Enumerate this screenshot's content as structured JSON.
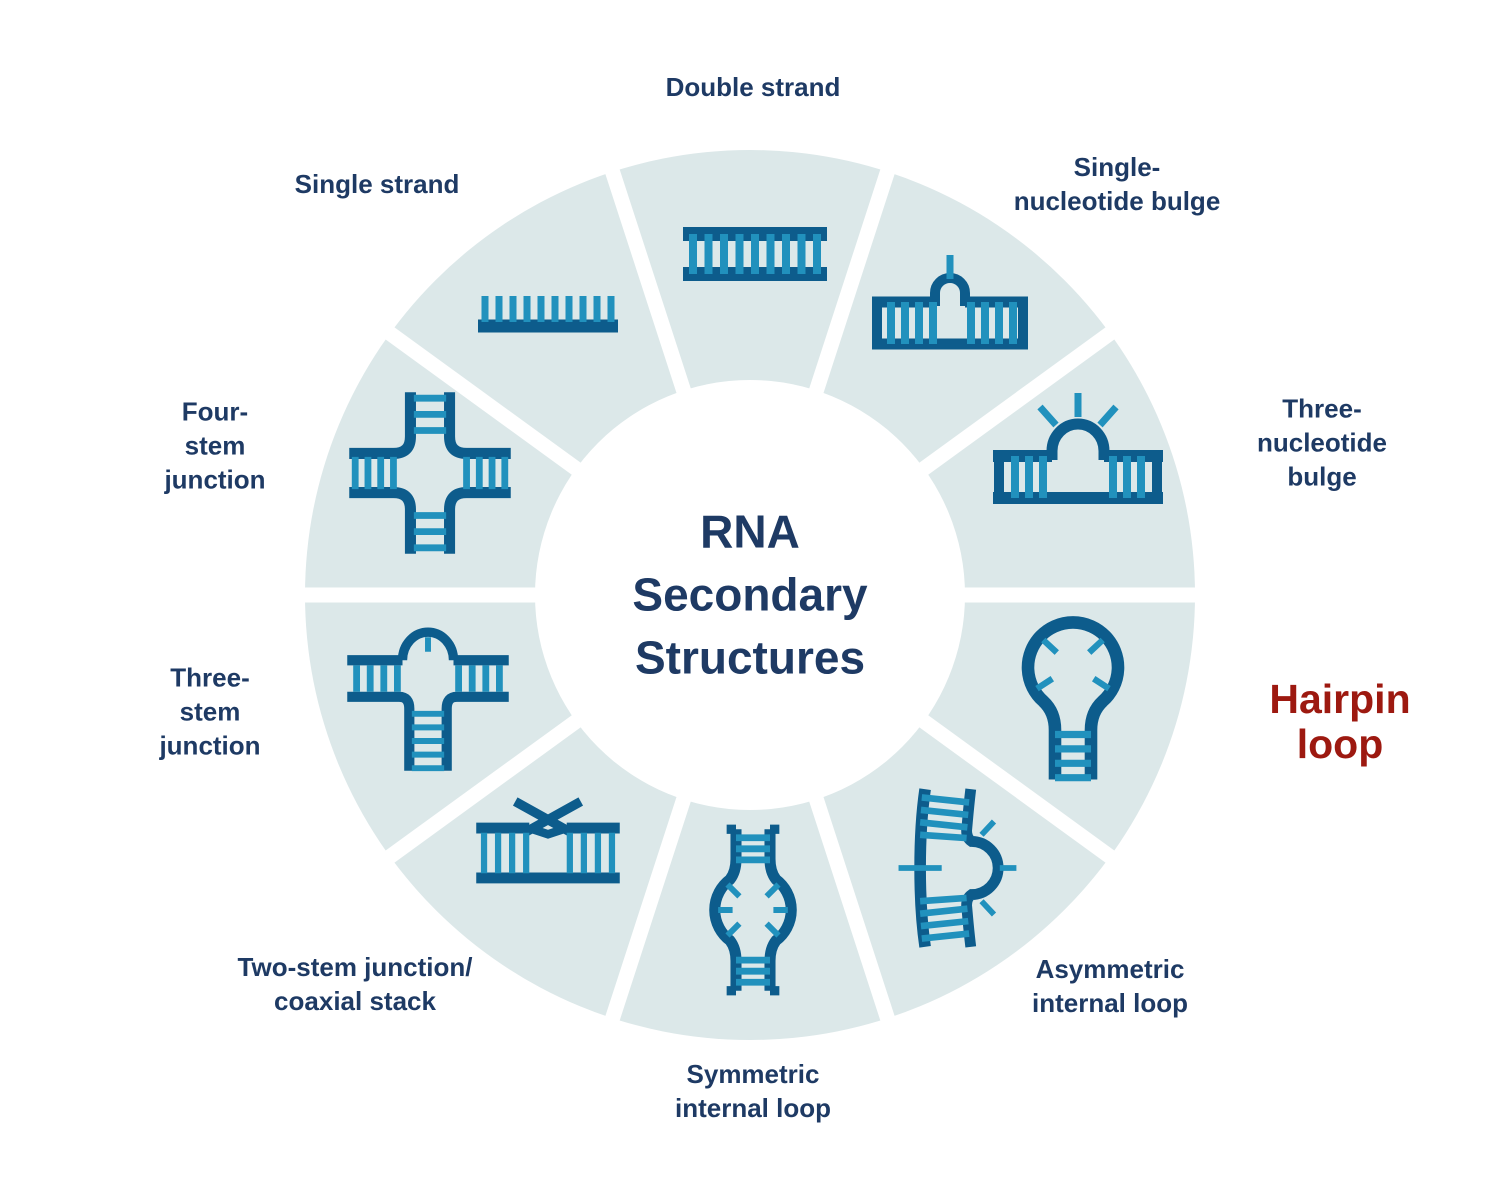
{
  "diagram": {
    "title": "RNA\nSecondary\nStructures",
    "colors": {
      "ring": "#dce8e9",
      "stem_dark": "#0d5c8c",
      "stem_light": "#2191bd",
      "label": "#1e3a64",
      "highlight": "#9d1910",
      "background": "#ffffff"
    },
    "segments": [
      {
        "id": "double-strand",
        "label": "Double strand",
        "highlighted": false
      },
      {
        "id": "single-nucleotide-bulge",
        "label": "Single-\nnucleotide bulge",
        "highlighted": false
      },
      {
        "id": "three-nucleotide-bulge",
        "label": "Three-\nnucleotide bulge",
        "highlighted": false
      },
      {
        "id": "hairpin-loop",
        "label": "Hairpin loop",
        "highlighted": true
      },
      {
        "id": "asymmetric-internal-loop",
        "label": "Asymmetric\ninternal loop",
        "highlighted": false
      },
      {
        "id": "symmetric-internal-loop",
        "label": "Symmetric\ninternal loop",
        "highlighted": false
      },
      {
        "id": "two-stem-junction",
        "label": "Two-stem junction/\ncoaxial stack",
        "highlighted": false
      },
      {
        "id": "three-stem-junction",
        "label": "Three-\nstem\njunction",
        "highlighted": false
      },
      {
        "id": "four-stem-junction",
        "label": "Four-\nstem\njunction",
        "highlighted": false
      },
      {
        "id": "single-strand",
        "label": "Single strand",
        "highlighted": false
      }
    ]
  }
}
